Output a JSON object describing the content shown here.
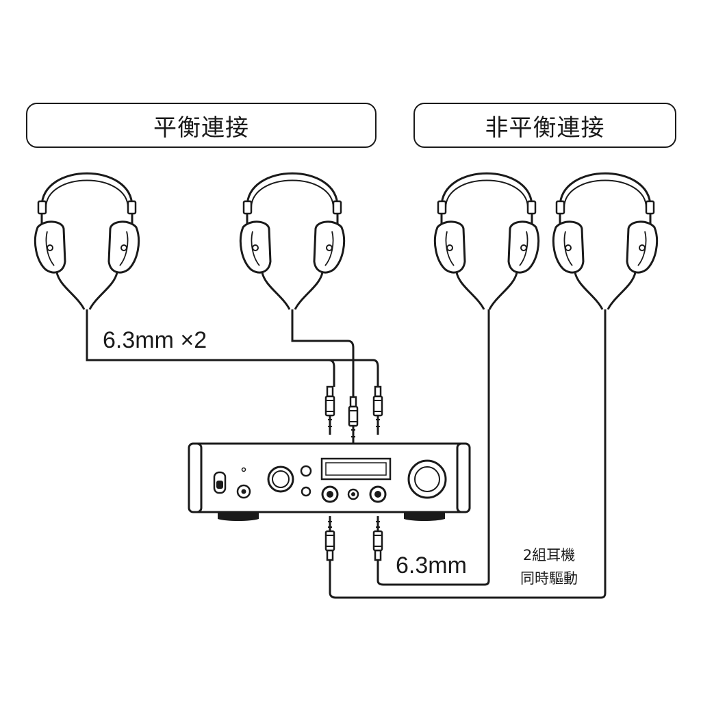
{
  "headers": {
    "balanced": "平衡連接",
    "unbalanced": "非平衡連接"
  },
  "labels": {
    "balanced_plug": "6.3mm ×2",
    "unbalanced_plug": "6.3mm",
    "dual_drive_line1": "2組耳機",
    "dual_drive_line2": "同時驅動"
  }
}
